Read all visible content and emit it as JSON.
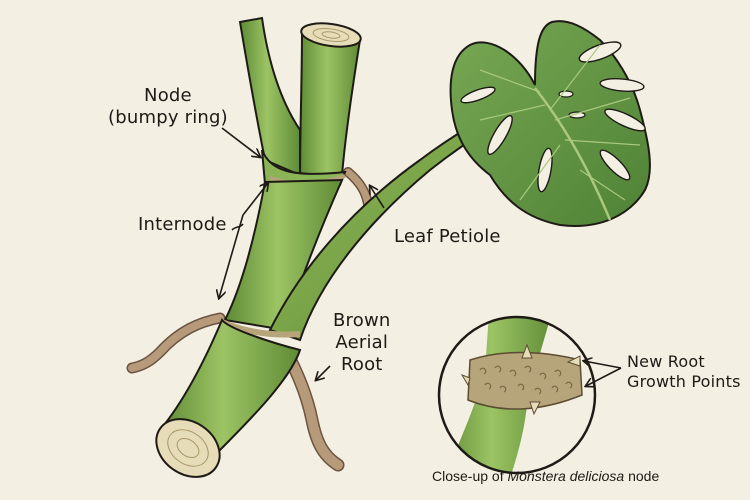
{
  "diagram": {
    "type": "labeled botanical illustration",
    "subject": "Monstera deliciosa stem cutting"
  },
  "labels": {
    "node": [
      "Node",
      "(bumpy ring)"
    ],
    "internode": "Internode",
    "leaf_petiole": "Leaf Petiole",
    "aerial_root": [
      "Brown",
      "Aerial",
      "Root"
    ],
    "new_root": [
      "New Root",
      "Growth Points"
    ]
  },
  "caption": {
    "prefix": "Close-up of ",
    "italic": "Monstera deliciosa",
    "suffix": " node"
  },
  "colors": {
    "background": "#f4efe3",
    "stem_green": "#7fa84a",
    "stem_dark": "#4f7a2c",
    "leaf_green": "#5f9140",
    "root_brown": "#b79a7a",
    "node_tan": "#b6a47a",
    "cut_face": "#e7dcb8",
    "outline": "#1e1a16"
  }
}
